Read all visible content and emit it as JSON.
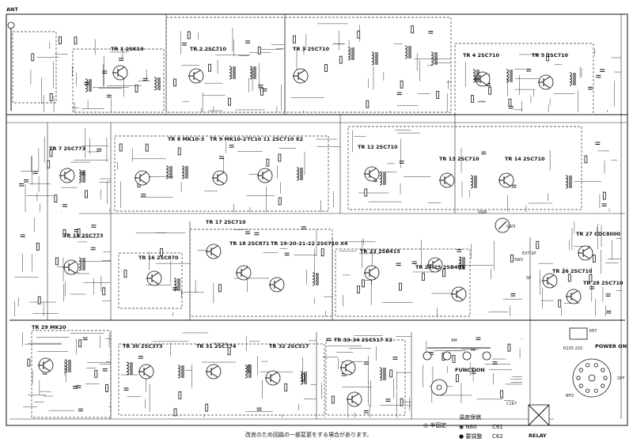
{
  "diagram": {
    "ant_label": "ANT",
    "transistor_labels": [
      "TR 1 2SK19",
      "TR 2 2SC710",
      "TR 3 2SC710",
      "TR 4 2SC710",
      "TR 5 2SC710",
      "TR 7 2SC773",
      "TR 8 MK10-3",
      "TR 9 MK10-2",
      "TC10 11 2SC710 X2",
      "TR 12 2SC710",
      "TR 13 2SC710",
      "TR 14 2SC710",
      "TR 15 2SC773",
      "TR 16 2SC870",
      "TR 17 2SC710",
      "TR 18 2SC871",
      "TR 19-20-21-22 2SC710 X4",
      "TR 23 2SB415",
      "TR 24-25 2SB405",
      "TR 26 2SC710",
      "TR 27 CDC8000",
      "TR 28 2SC710",
      "TR 29 MK20",
      "TR 30 2SC373",
      "TR 31 2SC774",
      "TR 32 2SC517",
      "TR 33-34 2SC517 X2"
    ],
    "function_labels": [
      "FUNCTION",
      "POWER ON",
      "OFF",
      "RELAY",
      "KEY",
      "EXT SP",
      "SP",
      "BFO"
    ],
    "misc_labels": [
      "SW8",
      "SW2",
      "SW3",
      "AM",
      "C167",
      "R135 220"
    ],
    "footer_note": "改良のため回路の一部変更をする場合があります。",
    "legend": {
      "semi_fixed": "◎ 半固定",
      "temp_comp": "温度保償",
      "npo": "◉ N80",
      "npo_value": "C61",
      "adjust": "● 要調整",
      "adjust_value": "C62"
    }
  }
}
